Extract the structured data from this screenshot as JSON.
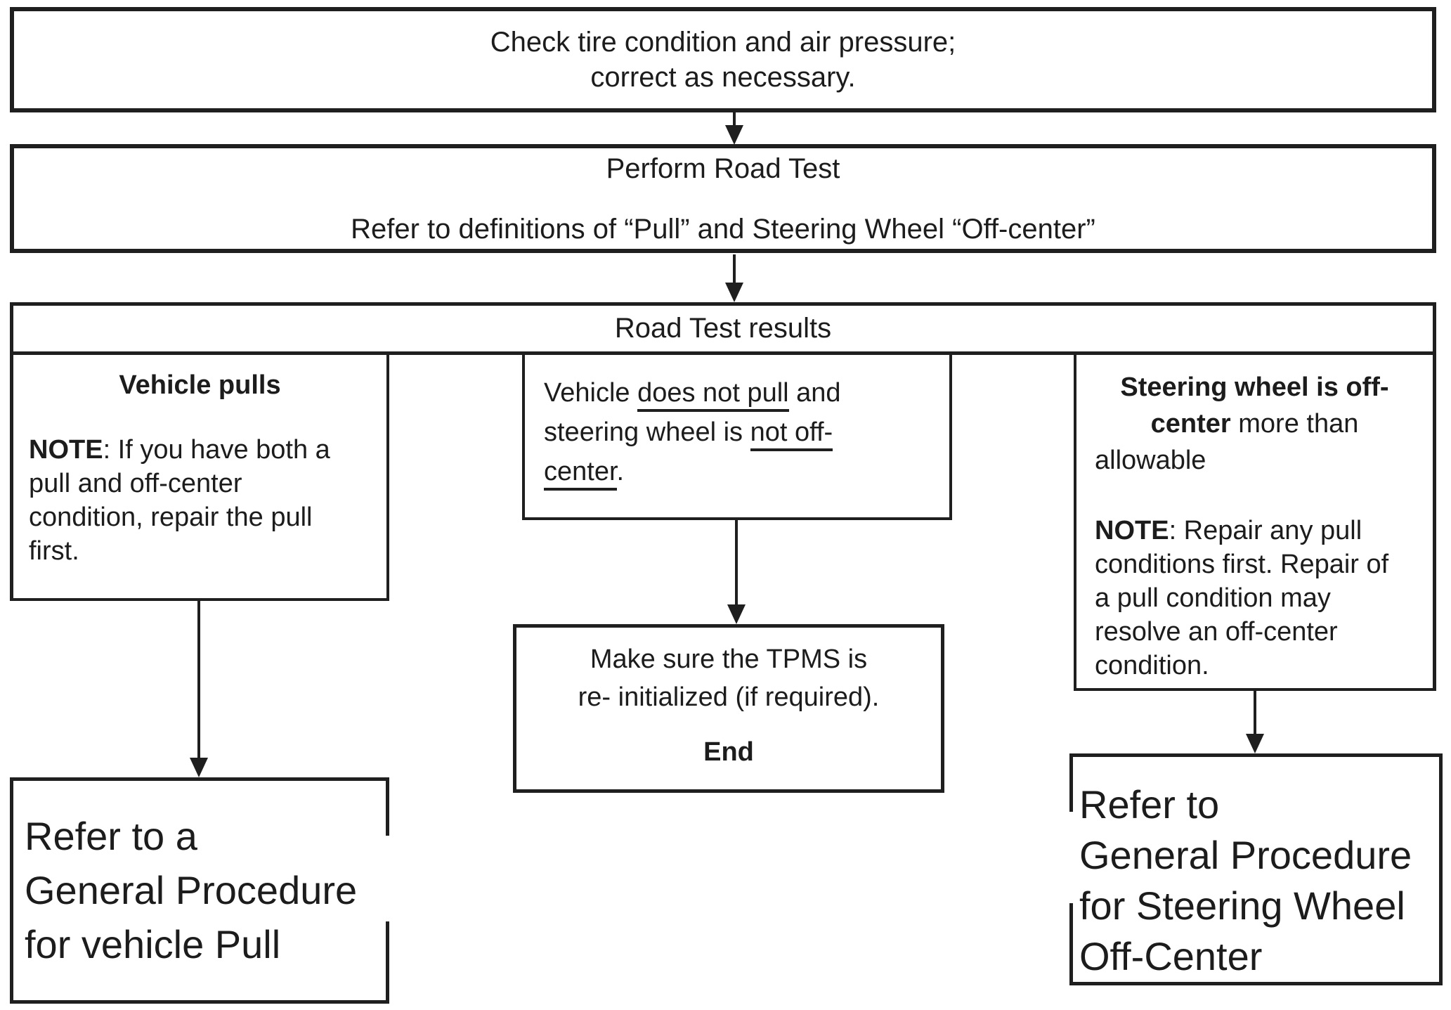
{
  "colors": {
    "ink": "#1f1f1f",
    "background": "#ffffff"
  },
  "boxes": {
    "check_tires": {
      "line1": "Check tire condition and air pressure;",
      "line2": "correct as necessary."
    },
    "road_test": {
      "line1": "Perform Road Test",
      "line2": "Refer to definitions of “Pull” and Steering Wheel “Off-center”"
    },
    "results": {
      "title": "Road Test results"
    },
    "vehicle_pulls": {
      "title": "Vehicle pulls",
      "note_label": "NOTE",
      "note_body": ": If you have both a pull and off-center condition, repair the pull first."
    },
    "no_pull": {
      "l1a": "Vehicle ",
      "l1b": "does not pull",
      "l1c": " and",
      "l2a": "steering wheel is ",
      "l2b": "not off-",
      "l3a": "center",
      "l3b": "."
    },
    "off_center": {
      "head_line1": "Steering wheel is off-",
      "head_line2_bold": "center",
      "head_line2_rest": " more than",
      "head_line3": "allowable",
      "note_label": "NOTE",
      "note_body": ": Repair any pull conditions first. Repair of a pull condition may resolve an off-center condition."
    },
    "tpms": {
      "line1": "Make sure the TPMS is",
      "line2": "re- initialized (if required).",
      "end_label": "End"
    },
    "refer_pull": {
      "line1": "Refer to a",
      "line2": "General Procedure",
      "line3": "for vehicle Pull"
    },
    "refer_off_center": {
      "line1": "Refer to",
      "line2": "General Procedure",
      "line3": "for Steering Wheel",
      "line4": "Off-Center"
    }
  }
}
